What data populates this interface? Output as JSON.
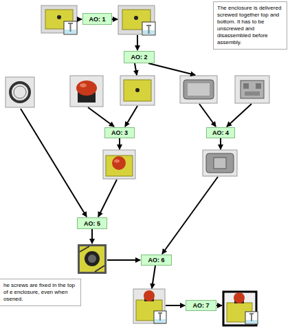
{
  "diagram": {
    "nodes": [
      {
        "text": [
          "AO: 1"
        ]
      },
      {
        "text": [
          "The enclosure is delivered screwed together top and bottom. It has to be unscrewed and disassembled before assembly."
        ]
      },
      {
        "text": [
          "AO: 2"
        ]
      },
      {
        "text": [
          "AO: 3"
        ]
      },
      {
        "text": [
          "AO: 4"
        ]
      },
      {
        "text": [
          "AO: 5"
        ]
      },
      {
        "text": [
          "AO: 6"
        ]
      },
      {
        "text": [
          "he screws are fixed in the top of e enclosure, even when osened."
        ]
      },
      {
        "text": [
          "AO: 7"
        ]
      }
    ]
  }
}
